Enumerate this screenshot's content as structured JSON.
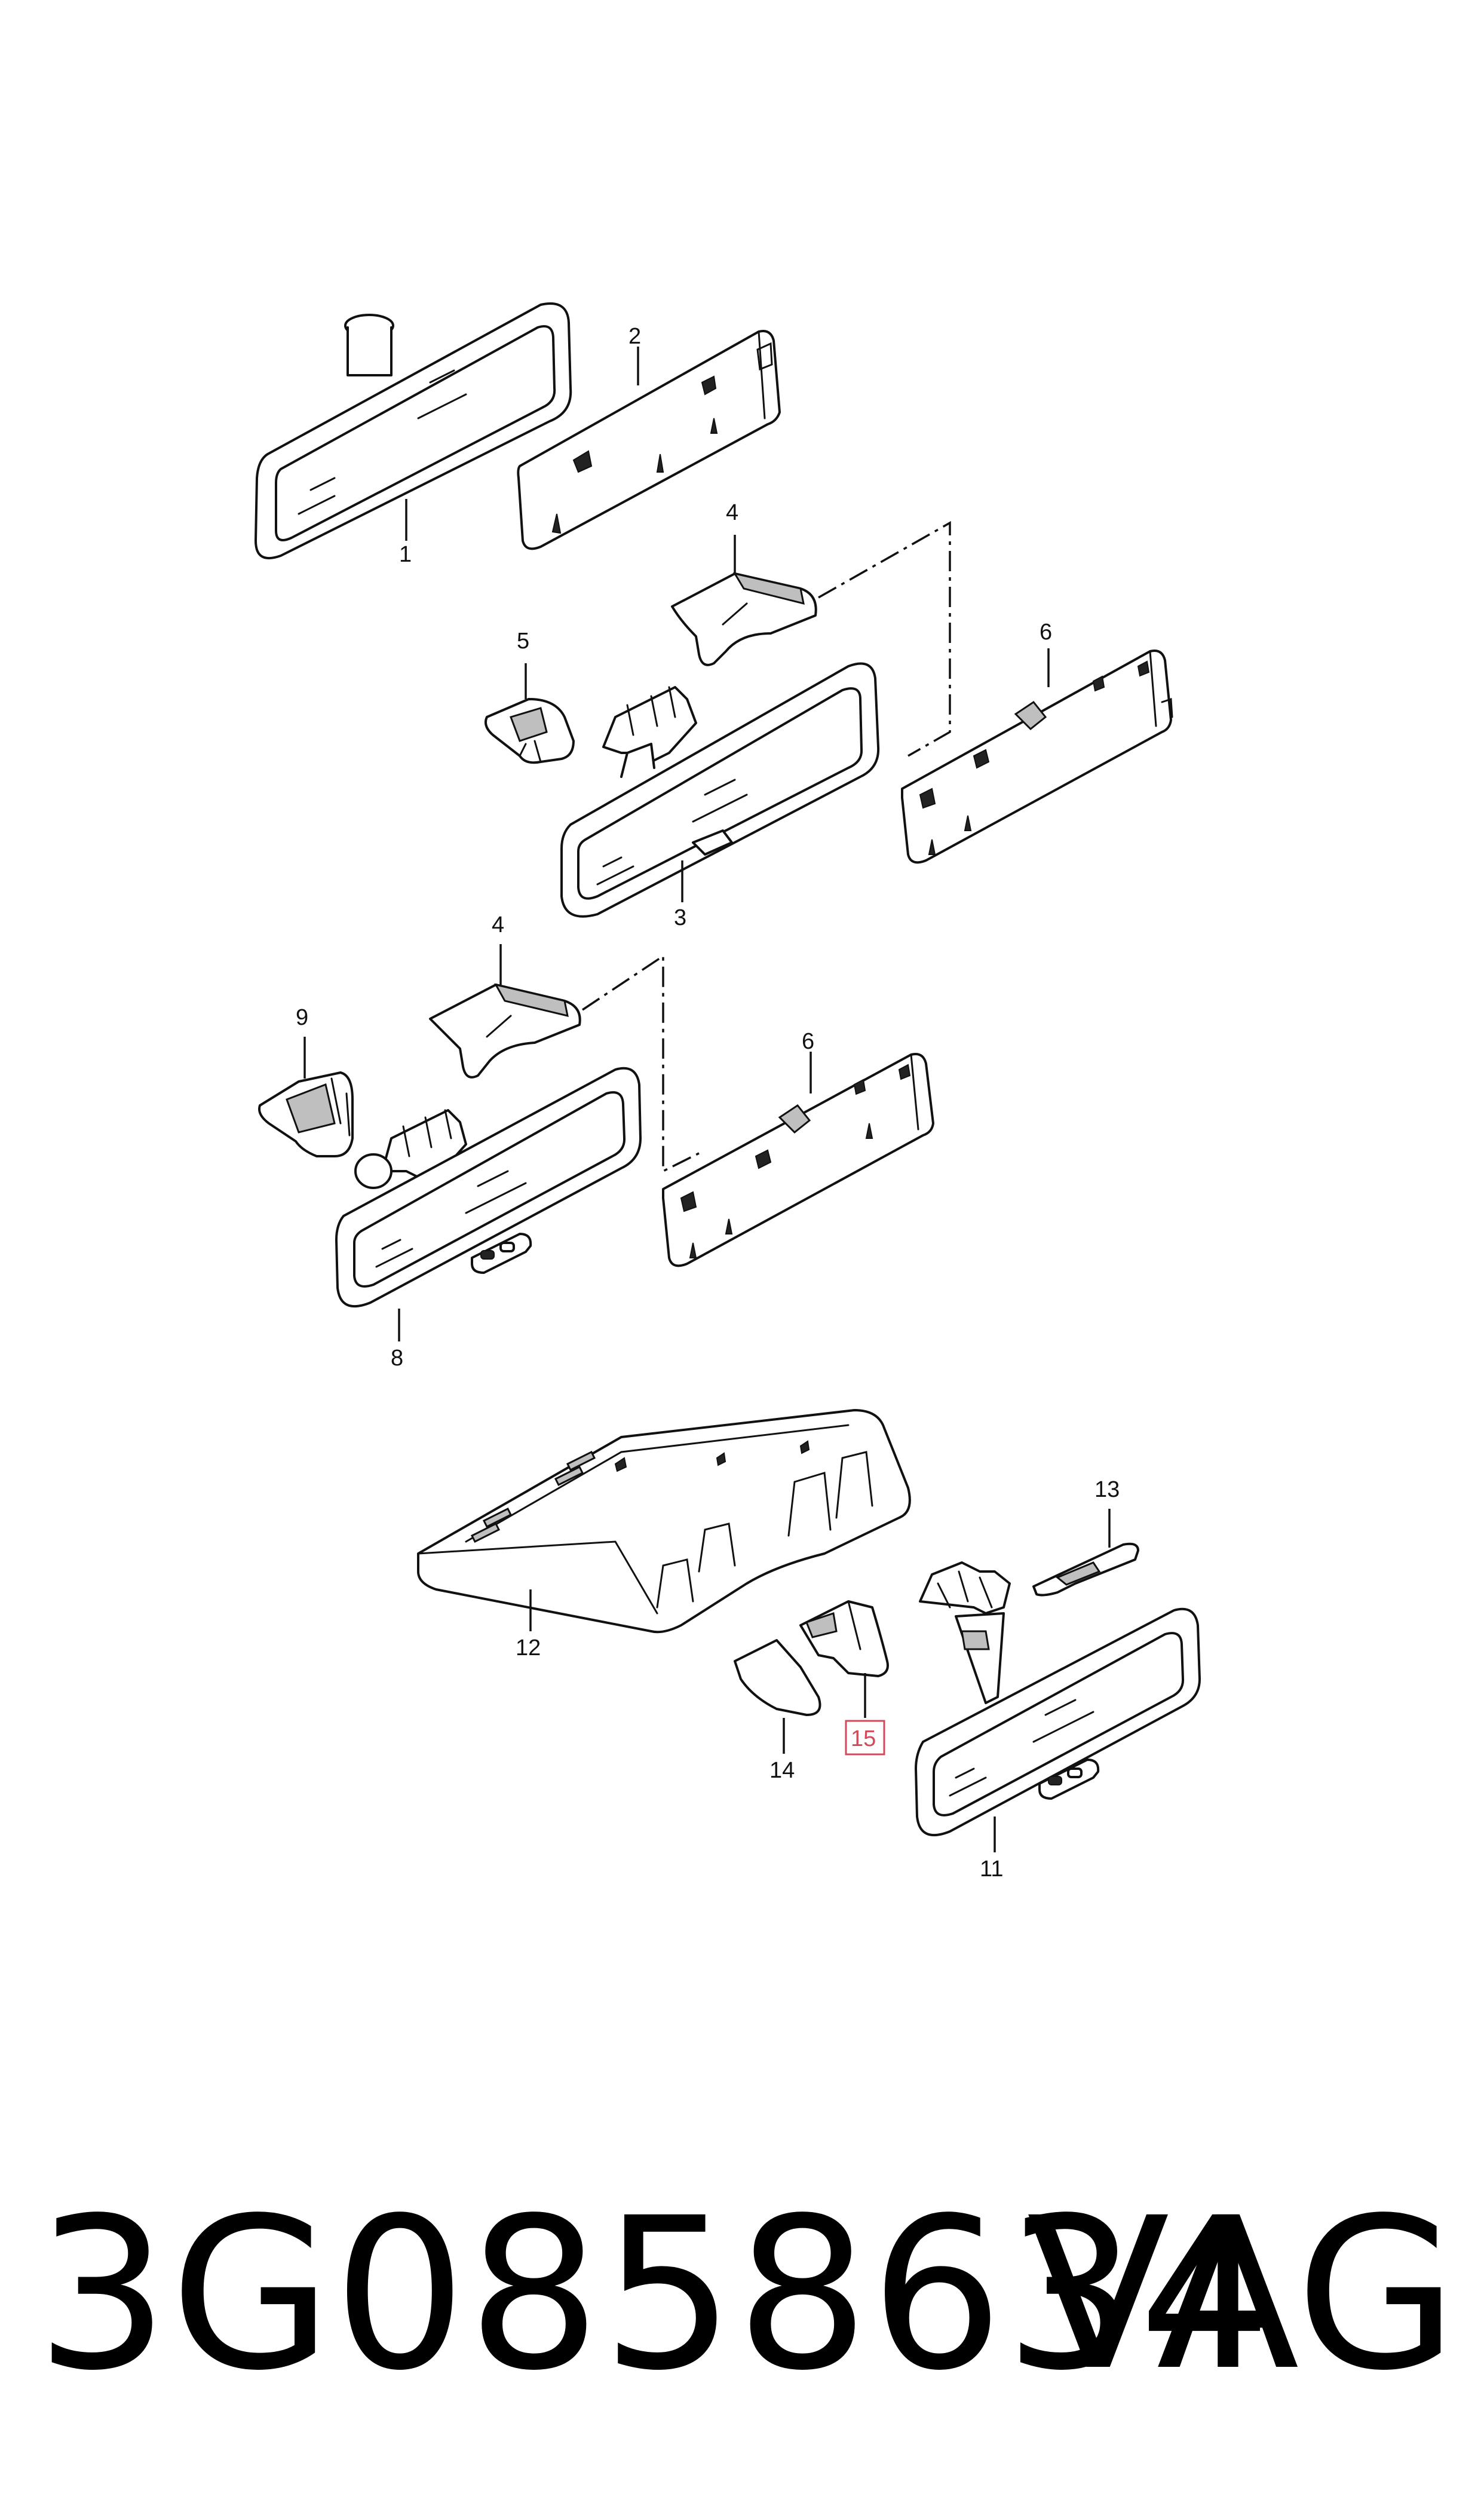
{
  "callouts": {
    "c1": "1",
    "c2": "2",
    "c3": "3",
    "c4a": "4",
    "c4b": "4",
    "c5": "5",
    "c6a": "6",
    "c6b": "6",
    "c8": "8",
    "c9": "9",
    "c11": "11",
    "c12": "12",
    "c13": "13",
    "c14": "14",
    "c15": "15"
  },
  "highlight": {
    "callout": "15",
    "color": "#d04a5a"
  },
  "footer": {
    "part_number": "3G0858634",
    "brand": "VAG"
  }
}
